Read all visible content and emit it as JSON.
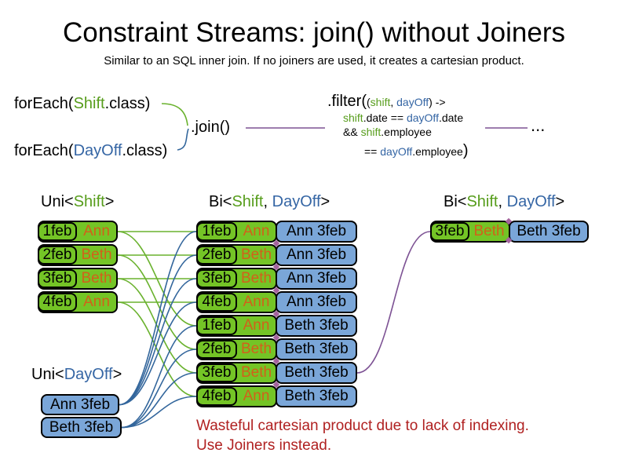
{
  "title": "Constraint Streams: join() without Joiners",
  "subtitle": "Similar to an SQL inner join. If no joiners are used, it creates a cartesian product.",
  "colors": {
    "code_green": "#579d1c",
    "code_blue": "#3465a4",
    "line_green": "#6ab22e",
    "line_blue": "#33669c",
    "line_purple": "#7d5294",
    "box_green": "#74c426",
    "box_blue": "#7aa6d8",
    "name_orange": "#d2601a",
    "warning_red": "#b02121",
    "diamond_pink": "#a5639d"
  },
  "code": {
    "foreach_shift": {
      "pre": "forEach(",
      "cls": "Shift",
      "post": ".class)"
    },
    "foreach_dayoff": {
      "pre": "forEach(",
      "cls": "DayOff",
      "post": ".class)"
    },
    "join_label": ".join()",
    "filter_line1": {
      "method": ".filter(",
      "open": "(",
      "arg1": "shift",
      "comma": ", ",
      "arg2": "dayOff",
      "arrow": ") ->"
    },
    "filter_line2": {
      "a": "shift",
      "b": ".date == ",
      "c": "dayOff",
      "d": ".date"
    },
    "filter_line3": {
      "a": "&& ",
      "b": "shift",
      "c": ".employee"
    },
    "filter_line4": {
      "a": "== ",
      "b": "dayOff",
      "c": ".employee",
      "close": ")"
    },
    "ellipsis": "..."
  },
  "labels": {
    "uni_shift": {
      "pre": "Uni<",
      "cls": "Shift",
      "post": ">"
    },
    "uni_dayoff": {
      "pre": "Uni<",
      "cls": "DayOff",
      "post": ">"
    },
    "bi_cartesian": {
      "pre": "Bi<",
      "cls1": "Shift",
      "comma": ", ",
      "cls2": "DayOff",
      "post": ">"
    },
    "bi_result": {
      "pre": "Bi<",
      "cls1": "Shift",
      "comma": ", ",
      "cls2": "DayOff",
      "post": ">"
    }
  },
  "streams": {
    "uni_shift_rows": [
      {
        "date": "1feb",
        "name": "Ann"
      },
      {
        "date": "2feb",
        "name": "Beth"
      },
      {
        "date": "3feb",
        "name": "Beth"
      },
      {
        "date": "4feb",
        "name": "Ann"
      }
    ],
    "uni_dayoff_rows": [
      {
        "pair": "Ann 3feb"
      },
      {
        "pair": "Beth 3feb"
      }
    ],
    "bi_cartesian_rows": [
      {
        "date": "1feb",
        "name": "Ann",
        "pair": "Ann 3feb"
      },
      {
        "date": "2feb",
        "name": "Beth",
        "pair": "Ann 3feb"
      },
      {
        "date": "3feb",
        "name": "Beth",
        "pair": "Ann 3feb"
      },
      {
        "date": "4feb",
        "name": "Ann",
        "pair": "Ann 3feb"
      },
      {
        "date": "1feb",
        "name": "Ann",
        "pair": "Beth 3feb"
      },
      {
        "date": "2feb",
        "name": "Beth",
        "pair": "Beth 3feb"
      },
      {
        "date": "3feb",
        "name": "Beth",
        "pair": "Beth 3feb"
      },
      {
        "date": "4feb",
        "name": "Ann",
        "pair": "Beth 3feb"
      }
    ],
    "bi_result_rows": [
      {
        "date": "3feb",
        "name": "Beth",
        "pair": "Beth 3feb"
      }
    ]
  },
  "warning": {
    "line1": "Wasteful cartesian product due to lack of indexing.",
    "line2": "Use Joiners instead."
  },
  "connections": [
    {
      "from": "shift-row-0",
      "to": "mid-row-0",
      "color": "line_green"
    },
    {
      "from": "shift-row-0",
      "to": "mid-row-4",
      "color": "line_green"
    },
    {
      "from": "shift-row-1",
      "to": "mid-row-1",
      "color": "line_green"
    },
    {
      "from": "shift-row-1",
      "to": "mid-row-5",
      "color": "line_green"
    },
    {
      "from": "shift-row-2",
      "to": "mid-row-2",
      "color": "line_green"
    },
    {
      "from": "shift-row-2",
      "to": "mid-row-6",
      "color": "line_green"
    },
    {
      "from": "shift-row-3",
      "to": "mid-row-3",
      "color": "line_green"
    },
    {
      "from": "shift-row-3",
      "to": "mid-row-7",
      "color": "line_green"
    },
    {
      "from": "dayoff-row-0",
      "to": "mid-row-0",
      "color": "line_blue"
    },
    {
      "from": "dayoff-row-0",
      "to": "mid-row-1",
      "color": "line_blue"
    },
    {
      "from": "dayoff-row-0",
      "to": "mid-row-2",
      "color": "line_blue"
    },
    {
      "from": "dayoff-row-0",
      "to": "mid-row-3",
      "color": "line_blue"
    },
    {
      "from": "dayoff-row-1",
      "to": "mid-row-4",
      "color": "line_blue"
    },
    {
      "from": "dayoff-row-1",
      "to": "mid-row-5",
      "color": "line_blue"
    },
    {
      "from": "dayoff-row-1",
      "to": "mid-row-6",
      "color": "line_blue"
    },
    {
      "from": "dayoff-row-1",
      "to": "mid-row-7",
      "color": "line_blue"
    },
    {
      "from": "mid-row-6",
      "to": "result-row-0",
      "color": "line_purple"
    }
  ]
}
